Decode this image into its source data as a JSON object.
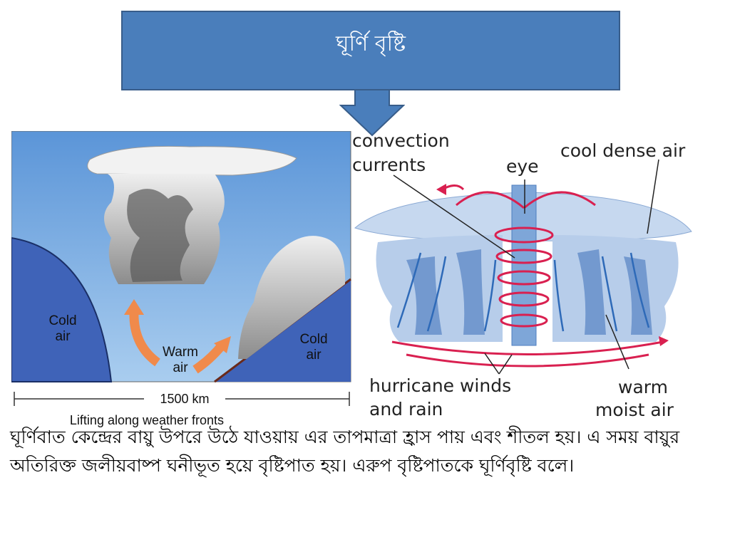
{
  "slide": {
    "title": "ঘূর্ণি বৃষ্টি",
    "body": "ঘূর্ণিবাত কেন্দ্রের বায়ু উপরে উঠে যাওয়ায় এর তাপমাত্রা হ্রাস পায় এবং শীতল হয়। এ সময় বায়ুর অতিরিক্ত জলীয়বাষ্প ঘনীভূত হয়ে বৃষ্টিপাত হয়। এরুপ বৃষ্টিপাতকে ঘূর্ণিবৃষ্টি বলে।"
  },
  "front_diagram": {
    "cold_air_left_1": "Cold",
    "cold_air_left_2": "air",
    "warm_air_1": "Warm",
    "warm_air_2": "air",
    "cold_air_right_1": "Cold",
    "cold_air_right_2": "air",
    "scale": "1500 km",
    "caption": "Lifting along weather fronts"
  },
  "hurricane_diagram": {
    "convection_1": "convection",
    "convection_2": "currents",
    "eye": "eye",
    "cool_dense_air": "cool dense air",
    "hurricane_winds_1": "hurricane winds",
    "hurricane_winds_2": "and rain",
    "warm_moist_1": "warm",
    "warm_moist_2": "moist air"
  },
  "colors": {
    "title_fill": "#4a7ebb",
    "arrow_fill": "#4a7ebb",
    "sky": "#6fa6e0",
    "cold_air": "#3f63b8",
    "warm_arrow": "#f08a4b",
    "circulation": "#d92050"
  }
}
